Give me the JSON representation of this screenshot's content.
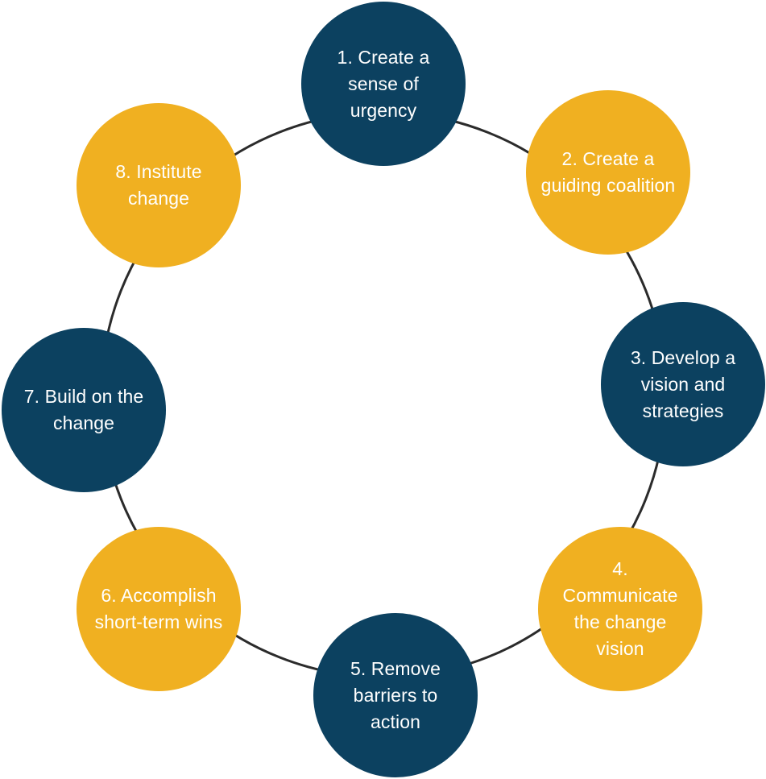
{
  "colors": {
    "dark": "#0c4160",
    "gold": "#f0b021",
    "ring": "#2b2b2b"
  },
  "steps": [
    {
      "label": "1. Create a sense of urgency",
      "color": "dark"
    },
    {
      "label": "2. Create a guiding coalition",
      "color": "gold"
    },
    {
      "label": "3. Develop a vision and strategies",
      "color": "dark"
    },
    {
      "label": "4. Communicate the change vision",
      "color": "gold"
    },
    {
      "label": "5. Remove barriers to action",
      "color": "dark"
    },
    {
      "label": "6. Accomplish short-term wins",
      "color": "gold"
    },
    {
      "label": "7. Build on the change",
      "color": "dark"
    },
    {
      "label": "8. Institute change",
      "color": "gold"
    }
  ]
}
